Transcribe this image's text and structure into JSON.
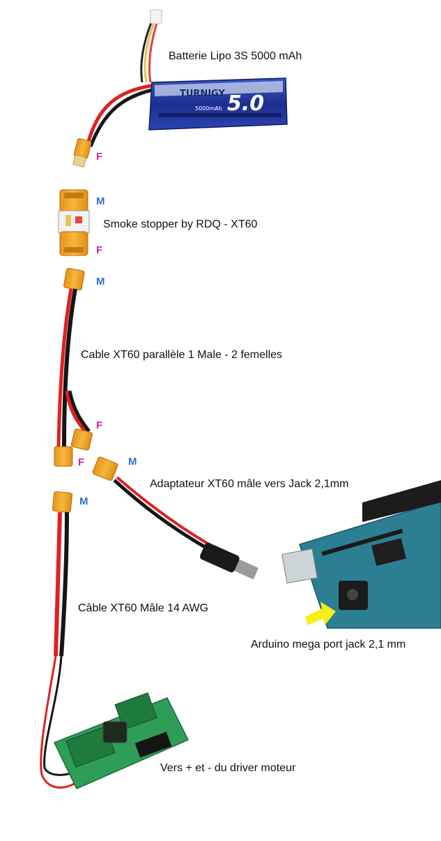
{
  "labels": {
    "battery": "Batterie Lipo 3S 5000 mAh",
    "smoke_stopper": "Smoke stopper by RDQ - XT60",
    "parallel_cable": "Cable XT60 parallèle 1 Male - 2 femelles",
    "adapter": "Adaptateur XT60 mâle vers Jack 2,1mm",
    "xt60_cable": "Câble XT60 Mâle 14 AWG",
    "arduino": "Arduino mega port jack 2,1 mm",
    "driver": "Vers + et - du driver moteur"
  },
  "battery_brand": "TURNIGY",
  "battery_capacity_text": "5.0",
  "battery_sub_text": "5000mAh",
  "tags": {
    "female": "F",
    "male": "M"
  },
  "colors": {
    "female_tag": "#d0229a",
    "male_tag": "#2a73c9",
    "xt60_yellow": "#f2a826",
    "wire_red": "#e02020",
    "wire_black": "#151515",
    "arduino_teal": "#2c7f93",
    "pcb_green": "#2e9d57",
    "arrow_yellow": "#f6ee14"
  }
}
